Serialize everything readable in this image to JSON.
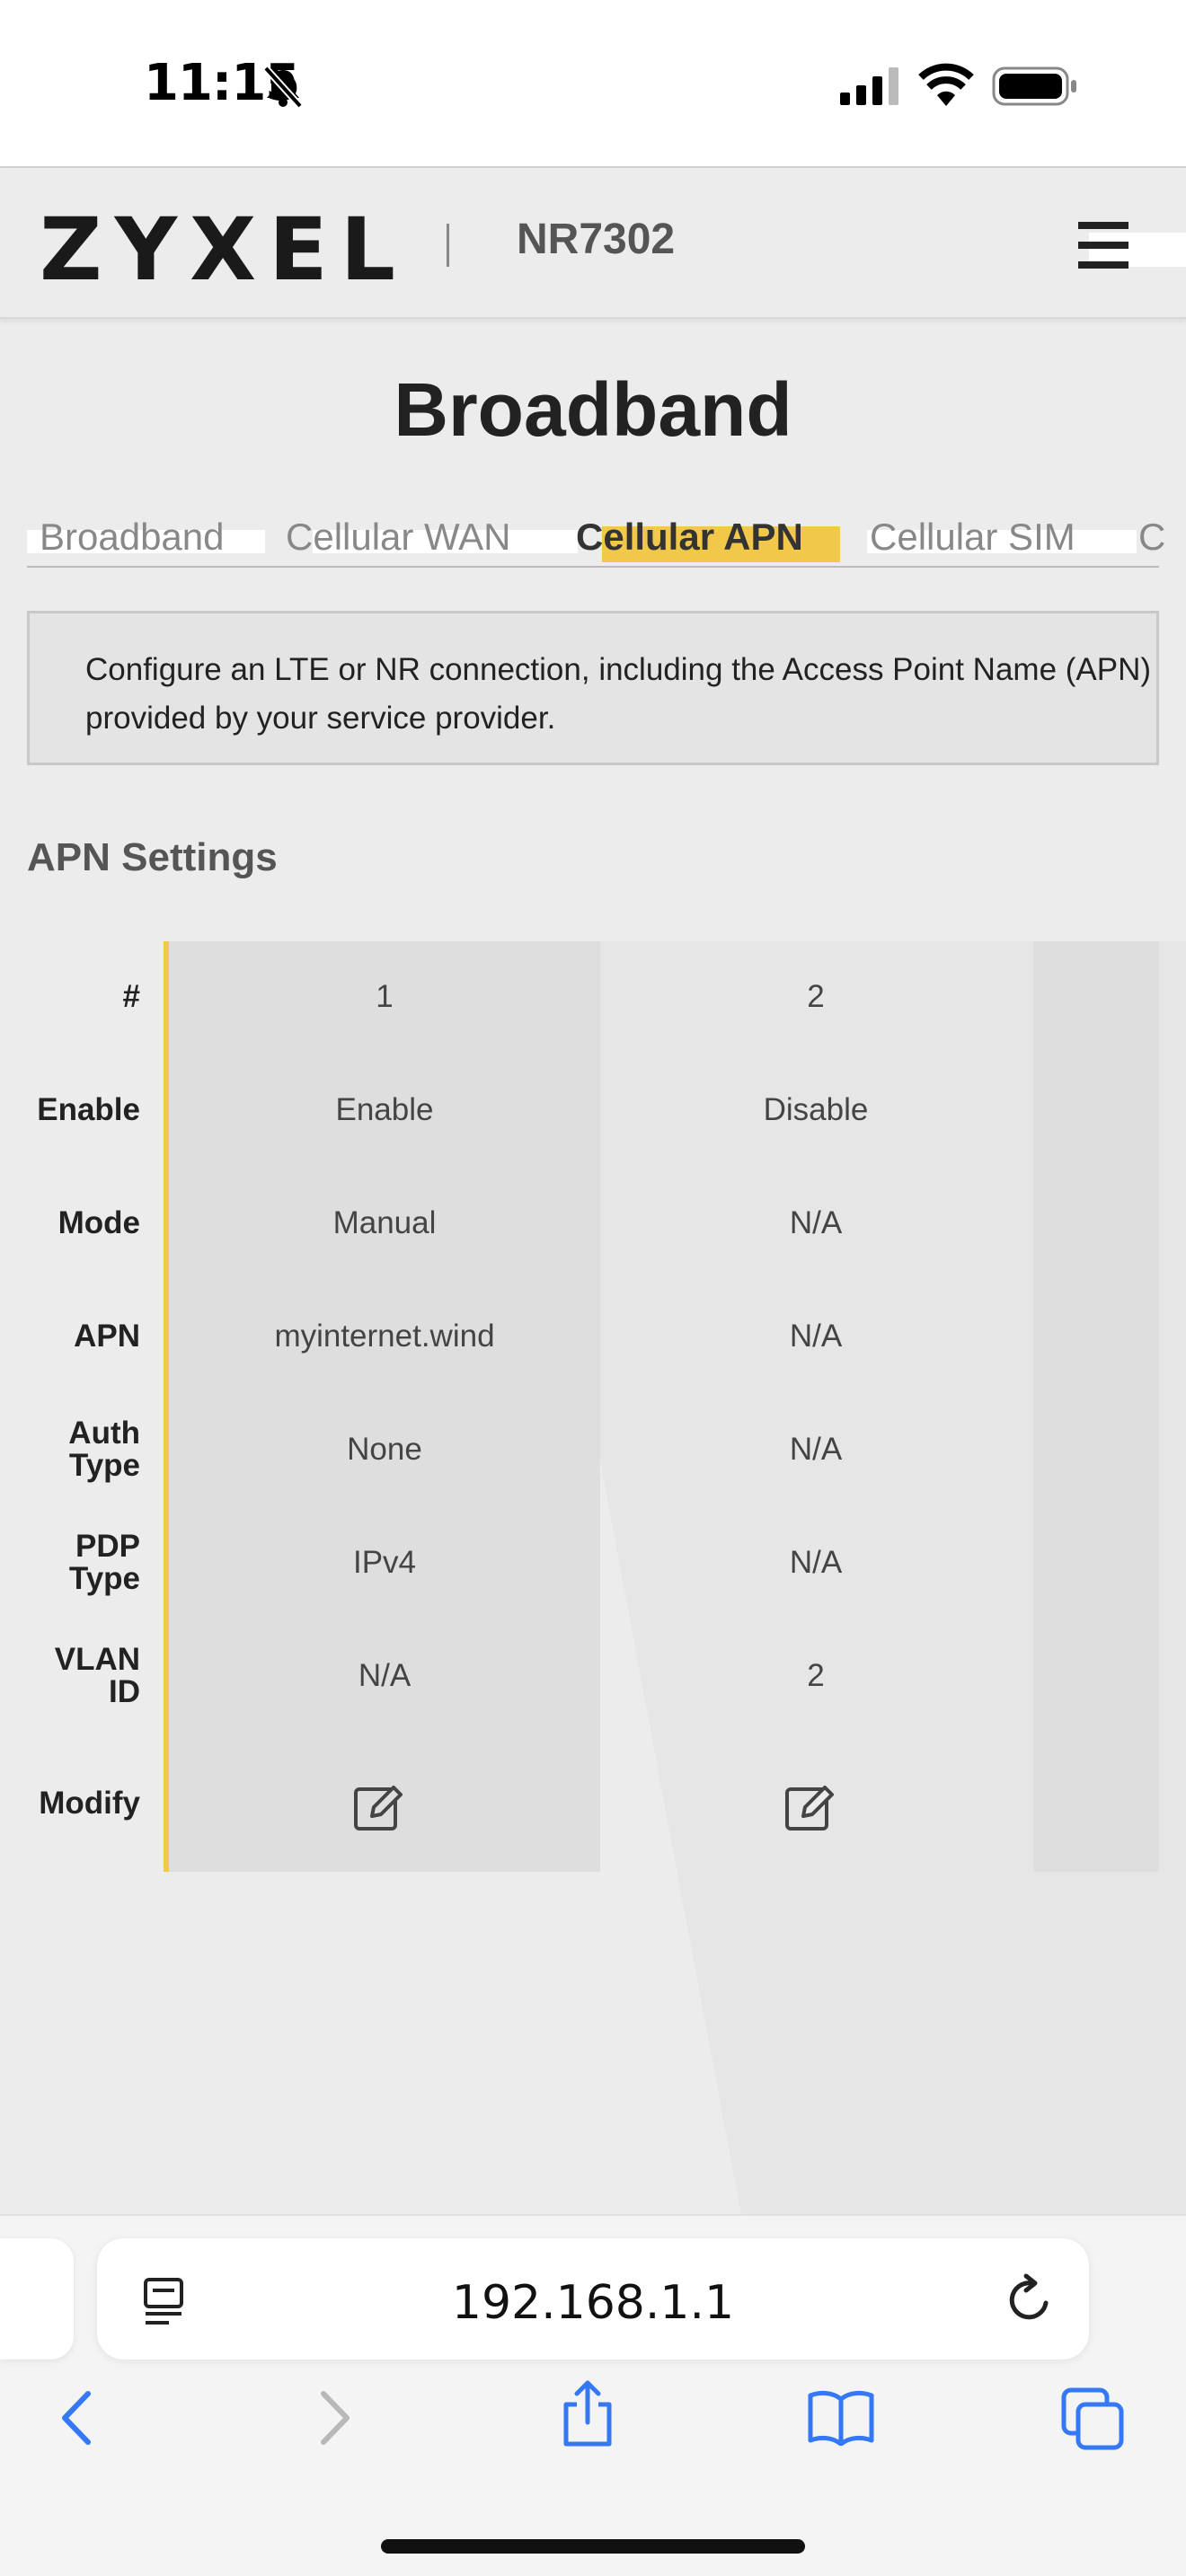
{
  "status_bar": {
    "time": "11:15",
    "icons": [
      "bell-slash-icon",
      "cellular-signal-icon",
      "wifi-icon",
      "battery-icon"
    ]
  },
  "header": {
    "logo": "ZYXEL",
    "model": "NR7302",
    "menu_icon": "hamburger-menu-icon"
  },
  "page": {
    "title": "Broadband"
  },
  "tabs": [
    {
      "label": "Broadband",
      "active": false
    },
    {
      "label": "Cellular WAN",
      "active": false
    },
    {
      "label": "Cellular APN",
      "active": true
    },
    {
      "label": "Cellular SIM",
      "active": false
    },
    {
      "label": "C",
      "active": false
    }
  ],
  "info": {
    "text": "Configure an LTE or NR connection, including the Access Point Name (APN) provided by your service provider."
  },
  "apn_settings": {
    "title": "APN Settings",
    "row_labels": {
      "index": "#",
      "enable": "Enable",
      "mode": "Mode",
      "apn": "APN",
      "auth_type": "Auth Type",
      "pdp_type": "PDP Type",
      "vlan_id": "VLAN ID",
      "modify": "Modify"
    },
    "entries": [
      {
        "index": "1",
        "enable": "Enable",
        "mode": "Manual",
        "apn": "myinternet.wind",
        "auth_type": "None",
        "pdp_type": "IPv4",
        "vlan_id": "N/A",
        "modify_icon": "edit-icon"
      },
      {
        "index": "2",
        "enable": "Disable",
        "mode": "N/A",
        "apn": "N/A",
        "auth_type": "N/A",
        "pdp_type": "N/A",
        "vlan_id": "2",
        "modify_icon": "edit-icon"
      }
    ]
  },
  "browser": {
    "url": "192.168.1.1",
    "icons": [
      "reader-icon",
      "reload-icon",
      "back-icon",
      "forward-icon",
      "share-icon",
      "bookmarks-icon",
      "tabs-icon"
    ]
  },
  "colors": {
    "accent": "#f2c84b",
    "ios_blue": "#3478f6",
    "background": "#ececec"
  }
}
